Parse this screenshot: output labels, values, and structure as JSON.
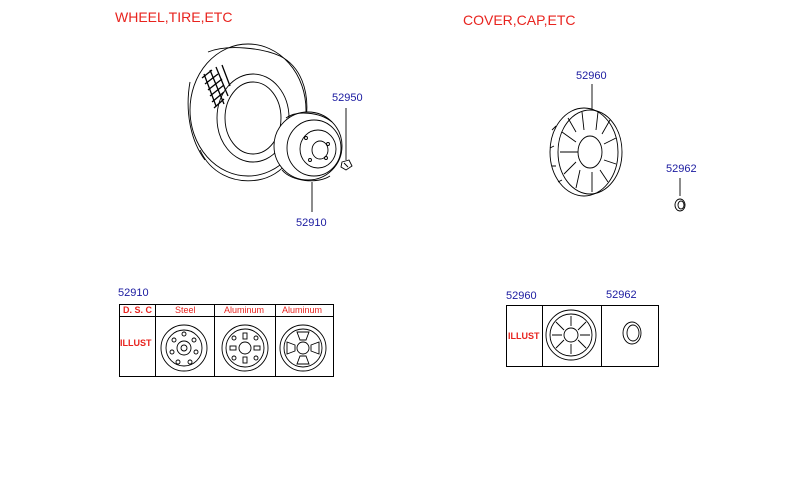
{
  "sections": {
    "wheel_title": "WHEEL,TIRE,ETC",
    "cover_title": "COVER,CAP,ETC"
  },
  "callouts": {
    "wheel": "52910",
    "nut": "52950",
    "cover": "52960",
    "cap": "52962"
  },
  "wheel_table": {
    "part_no": "52910",
    "header_label": "D. S. C",
    "row_label": "ILLUST",
    "columns": [
      "Steel",
      "Aluminum",
      "Aluminum"
    ]
  },
  "cover_table": {
    "part_no_left": "52960",
    "part_no_right": "52962",
    "row_label": "ILLUST"
  },
  "colors": {
    "title_red": "#e8231e",
    "part_blue": "#1a1aa0",
    "line": "#000000"
  }
}
